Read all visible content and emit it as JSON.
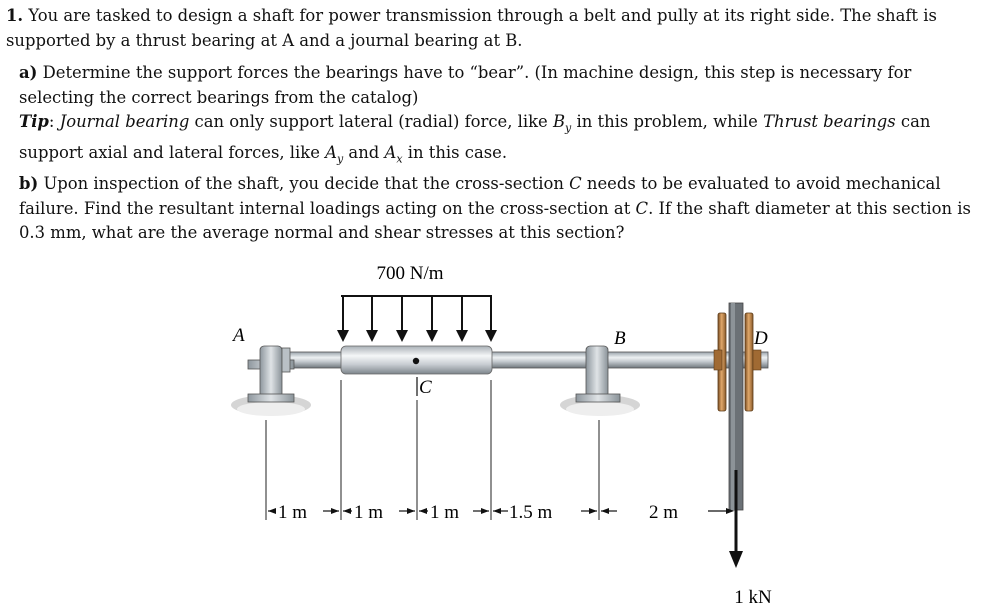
{
  "problem": {
    "number": "1.",
    "intro": "You are tasked to design a shaft for power transmission through a belt and pully at its right side. The shaft is supported by a thrust bearing at A and a journal bearing at B.",
    "part_a": {
      "label": "a)",
      "text": "Determine the support forces the bearings have to “bear”. (In machine design, this step is necessary for selecting the correct bearings from the catalog)"
    },
    "tip": {
      "label": "Tip",
      "t1": "Journal bearing",
      "t2": "can only support lateral (radial) force, like",
      "t3": "in this problem, while",
      "t4": "Thrust bearings",
      "t5": "can support axial and lateral forces, like",
      "t6": "and",
      "t7": "in this case."
    },
    "part_b": {
      "label": "b)",
      "t1": "Upon inspection of the shaft, you decide that the cross-section",
      "t2": "needs to be evaluated to avoid mechanical failure. Find the resultant internal loadings acting on the cross-section at",
      "t3": ". If the shaft diameter at this section is 0.3 mm, what are the average normal and shear stresses at this  section?"
    },
    "vars": {
      "By_base": "B",
      "By_sub": "y",
      "Ay_base": "A",
      "Ay_sub": "y",
      "Ax_base": "A",
      "Ax_sub": "x",
      "C": "C"
    }
  },
  "figure": {
    "load": "700 N/m",
    "label_A": "A",
    "label_B": "B",
    "label_C": "C",
    "label_D": "D",
    "dims": [
      "1 m",
      "1 m",
      "1 m",
      "1.5 m",
      "2 m"
    ],
    "force": "1 kN"
  }
}
